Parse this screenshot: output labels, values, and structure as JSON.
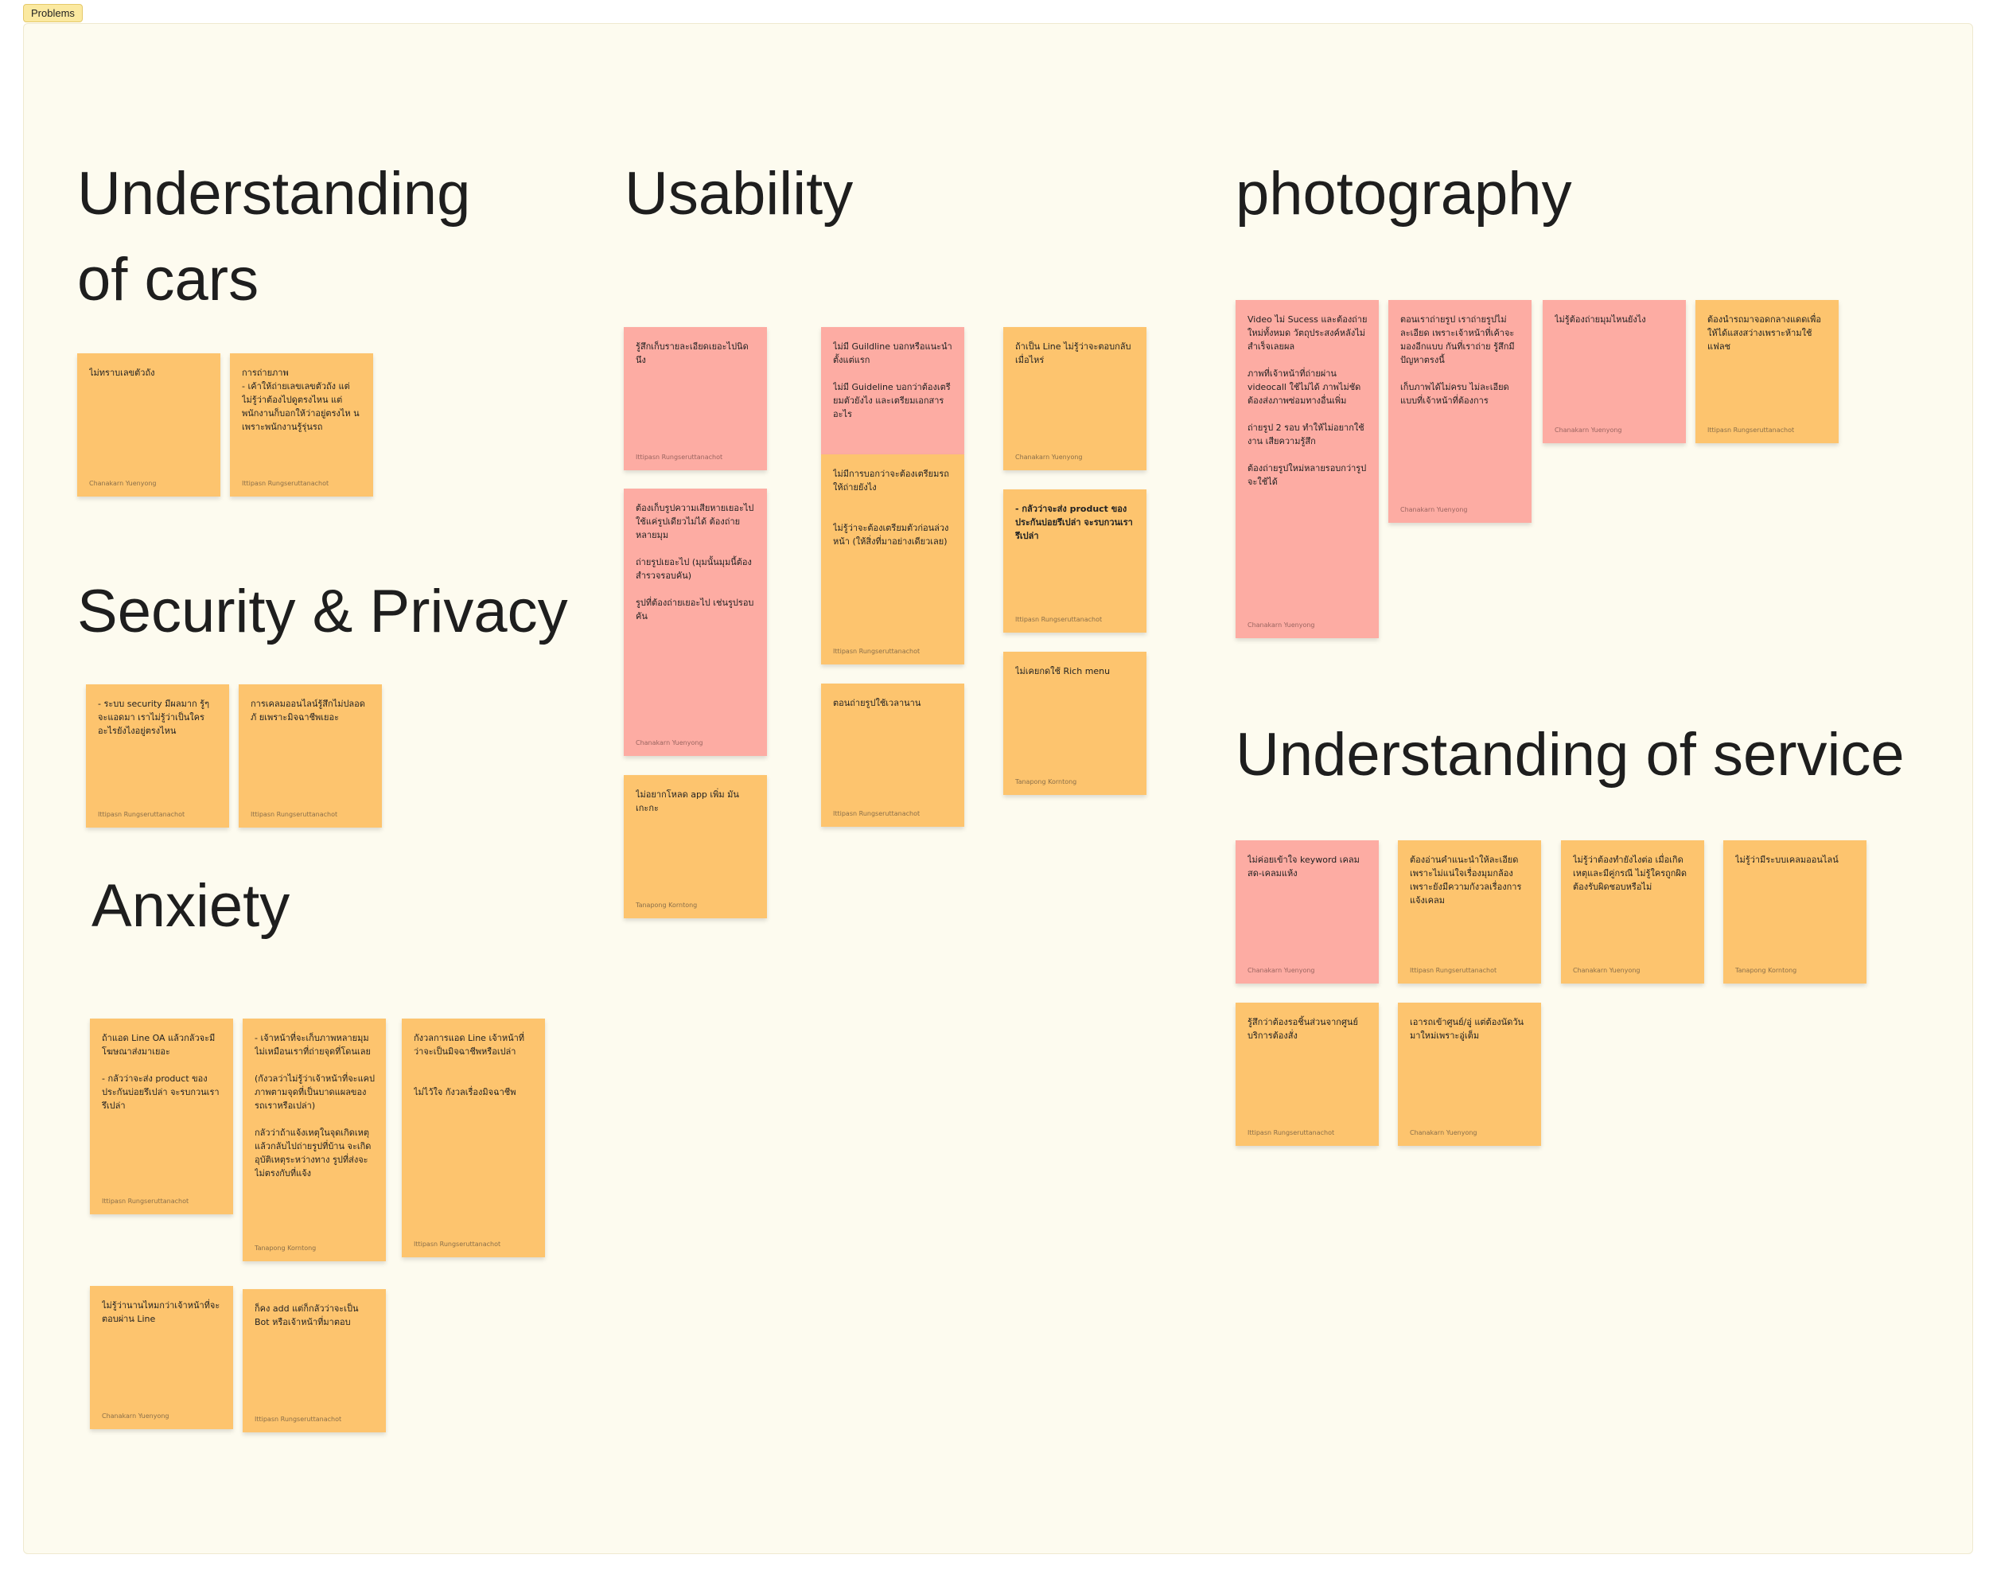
{
  "frame": {
    "label": "Problems"
  },
  "colors": {
    "orange_note": "#fdc46e",
    "pink_note": "#fdaca3",
    "frame_bg": "#fdfbef"
  },
  "headings": {
    "cars_line1": "Understanding",
    "cars_line2": "of cars",
    "usability": "Usability",
    "photography": "photography",
    "security": "Security & Privacy",
    "anxiety": "Anxiety",
    "service": "Understanding of service"
  },
  "notes": {
    "cars_1": {
      "text": "ไม่ทราบเลขตัวถัง",
      "author": "Chanakarn Yuenyong"
    },
    "cars_2": {
      "text": "การถ่ายภาพ\n- เค้าให้ถ่ายเลขเลขตัวถัง แต่ไม่รู้ว่าต้องไปดูตรงไหน แต่พนักงานก็บอกให้ว่าอยู่ตรงไห นเพราะพนักงานรู้รุ่นรถ",
      "author": "Ittipasn Rungseruttanachot"
    },
    "security_1": {
      "text": "- ระบบ security มีผลมาก รู้ๆจะแอดมา เราไม่รู้ว่าเป็นใครอะไรยังไงอยู่ตรงไหน",
      "author": "Ittipasn Rungseruttanachot"
    },
    "security_2": {
      "text": "การเคลมออนไลน์รู้สึกไม่ปลอดภั ยเพราะมิจฉาชีพเยอะ",
      "author": "Ittipasn Rungseruttanachot"
    },
    "anxiety_1": {
      "text": "ถ้าแอด Line OA แล้วกลัวจะมีโฆษณาส่งมาเยอะ\n\n- กลัวว่าจะส่ง product ของประกันบ่อยรึเปล่า จะรบกวนเรารึเปล่า",
      "author": "Ittipasn Rungseruttanachot"
    },
    "anxiety_2": {
      "text": "- เจ้าหน้าที่จะเก็บภาพหลายมุม ไม่เหมือนเราที่ถ่ายจุดที่โดนเลย\n\n(กังวลว่าไม่รู้ว่าเจ้าหน้าที่จะแคปภาพตามจุดที่เป็นบาดแผลของรถเราหรือเปล่า)\n\nกลัวว่าถ้าแจ้งเหตุในจุดเกิดเหตุแล้วกลับไปถ่ายรูปที่บ้าน จะเกิดอุบัติเหตุระหว่างทาง รูปที่ส่งจะไม่ตรงกับที่แจ้ง",
      "author": "Tanapong Korntong"
    },
    "anxiety_3": {
      "text": "กังวลการแอด Line เจ้าหน้าที่ว่าจะเป็นมิจฉาชีพหรือเปล่า\n\n\nไม่ไว้ใจ กังวลเรื่องมิจฉาชีพ",
      "author": "Ittipasn Rungseruttanachot"
    },
    "anxiety_4": {
      "text": "ไม่รู้ว่านานไหมกว่าเจ้าหน้าที่จะตอบผ่าน Line",
      "author": "Chanakarn Yuenyong"
    },
    "anxiety_5": {
      "text": "ก็คง add แต่ก็กลัวว่าจะเป็น Bot หรือเจ้าหน้าที่มาตอบ",
      "author": "Ittipasn Rungseruttanachot"
    },
    "usability_1": {
      "text": "รู้สึกเก็บรายละเอียดเยอะไปนิดนึง",
      "author": "Ittipasn Rungseruttanachot"
    },
    "usability_2": {
      "text": "ต้องเก็บรูปความเสียหายเยอะไป ใช้แค่รูปเดียวไม่ได้ ต้องถ่ายหลายมุม\n\nถ่ายรูปเยอะไป (มุมนั้นมุมนี้ต้องสำรวจรอบคัน)\n\nรูปที่ต้องถ่ายเยอะไป เช่นรูปรอบคัน",
      "author": "Chanakarn Yuenyong"
    },
    "usability_3": {
      "text": "ไม่อยากโหลด app เพิ่ม มันเกะกะ",
      "author": "Tanapong Korntong"
    },
    "usability_4": {
      "text": "ไม่มี Guildline บอกหรือแนะนำตั้งแต่แรก\n\nไม่มี Guideline บอกว่าต้องเตรียมตัวยังไง และเตรียมเอกสารอะไร",
      "author": ""
    },
    "usability_5": {
      "text": "ไม่มีการบอกว่าจะต้องเตรียมรถให้ถ่ายยังไง\n\n\nไม่รู้ว่าจะต้องเตรียมตัวก่อนล่วงหน้า (ให้สิ่งที่มาอย่างเดียวเลย)",
      "author": "Ittipasn Rungseruttanachot"
    },
    "usability_6": {
      "text": "ตอนถ่ายรูปใช้เวลานาน",
      "author": "Ittipasn Rungseruttanachot"
    },
    "usability_7": {
      "text": "ถ้าเป็น Line ไม่รู้ว่าจะตอบกลับเมื่อไหร่",
      "author": "Chanakarn Yuenyong"
    },
    "usability_8": {
      "text": "- กลัวว่าจะส่ง product ของประกันบ่อยรึเปล่า จะรบกวนเรารึเปล่า",
      "author": "Ittipasn Rungseruttanachot"
    },
    "usability_9": {
      "text": "ไม่เคยกดใช้ Rich menu",
      "author": "Tanapong Korntong"
    },
    "photo_1": {
      "text": "Video ไม่ Sucess และต้องถ่ายใหม่ทั้งหมด วัตถุประสงค์หลังไม่สำเร็จเลยผล\n\nภาพที่เจ้าหน้าที่ถ่ายผ่าน videocall ใช้ไม่ได้ ภาพไม่ชัด ต้องส่งภาพซ่อมทางอื่นเพิ่ม\n\nถ่ายรูป 2 รอบ ทำให้ไม่อยากใช้งาน เสียความรู้สึก\n\nต้องถ่ายรูปใหม่หลายรอบกว่ารูปจะใช้ได้",
      "author": "Chanakarn Yuenyong"
    },
    "photo_2": {
      "text": "ตอนเราถ่ายรูป เราถ่ายรูปไม่ละเอียด เพราะเจ้าหน้าที่เค้าจะมองอีกแบบ กันที่เราถ่าย รู้สึกมีปัญหาตรงนี้\n\nเก็บภาพได้ไม่ครบ ไม่ละเอียดแบบที่เจ้าหน้าที่ต้องการ",
      "author": "Chanakarn Yuenyong"
    },
    "photo_3": {
      "text": "ไม่รู้ต้องถ่ายมุมไหนยังไง",
      "author": "Chanakarn Yuenyong"
    },
    "photo_4": {
      "text": "ต้องนำรถมาจอดกลางแดดเพื่อให้ได้แสงสว่างเพราะห้ามใช้แฟลช",
      "author": "Ittipasn Rungseruttanachot"
    },
    "service_1": {
      "text": "ไม่ค่อยเข้าใจ keyword เคลมสด-เคลมแห้ง",
      "author": "Chanakarn Yuenyong"
    },
    "service_2": {
      "text": "ต้องอ่านคำแนะนำให้ละเอียด เพราะไม่แน่ใจเรื่องมุมกล้อง เพราะยังมีความกังวลเรื่องการแจ้งเคลม",
      "author": "Ittipasn Rungseruttanachot"
    },
    "service_3": {
      "text": "ไม่รู้ว่าต้องทำยังไงต่อ เมื่อเกิดเหตุและมีคู่กรณี ไม่รู้ใครถูกผิด ต้องรับผิดชอบหรือไม่",
      "author": "Chanakarn Yuenyong"
    },
    "service_4": {
      "text": "ไม่รู้ว่ามีระบบเคลมออนไลน์",
      "author": "Tanapong Korntong"
    },
    "service_5": {
      "text": "รู้สึกว่าต้องรอชิ้นส่วนจากศูนย์บริการต้องสั่ง",
      "author": "Ittipasn Rungseruttanachot"
    },
    "service_6": {
      "text": "เอารถเข้าศูนย์/อู่ แต่ต้องนัดวันมาใหม่เพราะอู่เต็ม",
      "author": "Chanakarn Yuenyong"
    }
  }
}
